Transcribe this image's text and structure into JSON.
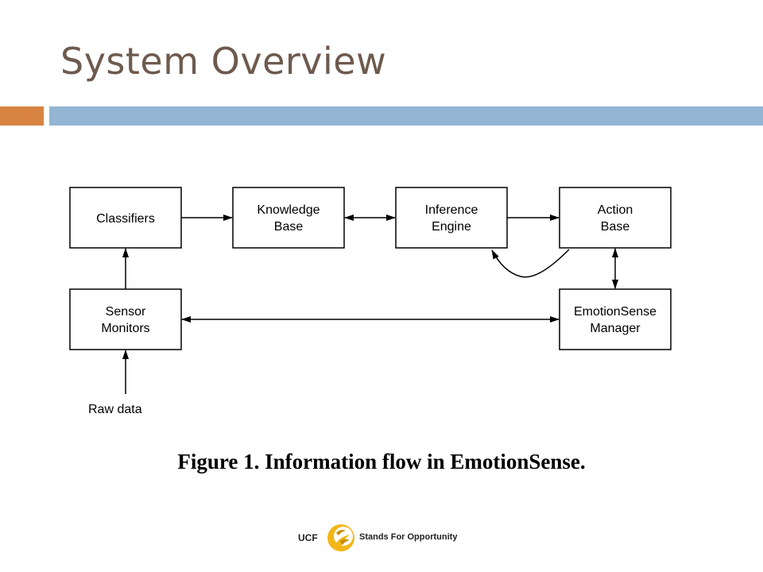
{
  "slide": {
    "title": "System Overview"
  },
  "colors": {
    "title": "#6e5a4e",
    "accent_orange": "#d98342",
    "accent_blue": "#94b5d3",
    "logo_gold": "#f2b619"
  },
  "diagram": {
    "nodes": {
      "classifiers": {
        "lines": [
          "Classifiers"
        ]
      },
      "knowledge_base": {
        "lines": [
          "Knowledge",
          "Base"
        ]
      },
      "inference_engine": {
        "lines": [
          "Inference",
          "Engine"
        ]
      },
      "action_base": {
        "lines": [
          "Action",
          "Base"
        ]
      },
      "sensor_monitors": {
        "lines": [
          "Sensor",
          "Monitors"
        ]
      },
      "emotionsense_manager": {
        "lines": [
          "EmotionSense",
          "Manager"
        ]
      }
    },
    "input_label": "Raw data"
  },
  "caption": "Figure 1. Information flow in EmotionSense.",
  "footer": {
    "org": "UCF",
    "tagline": "Stands For Opportunity",
    "logo_icon": "pegasus-logo-icon"
  }
}
